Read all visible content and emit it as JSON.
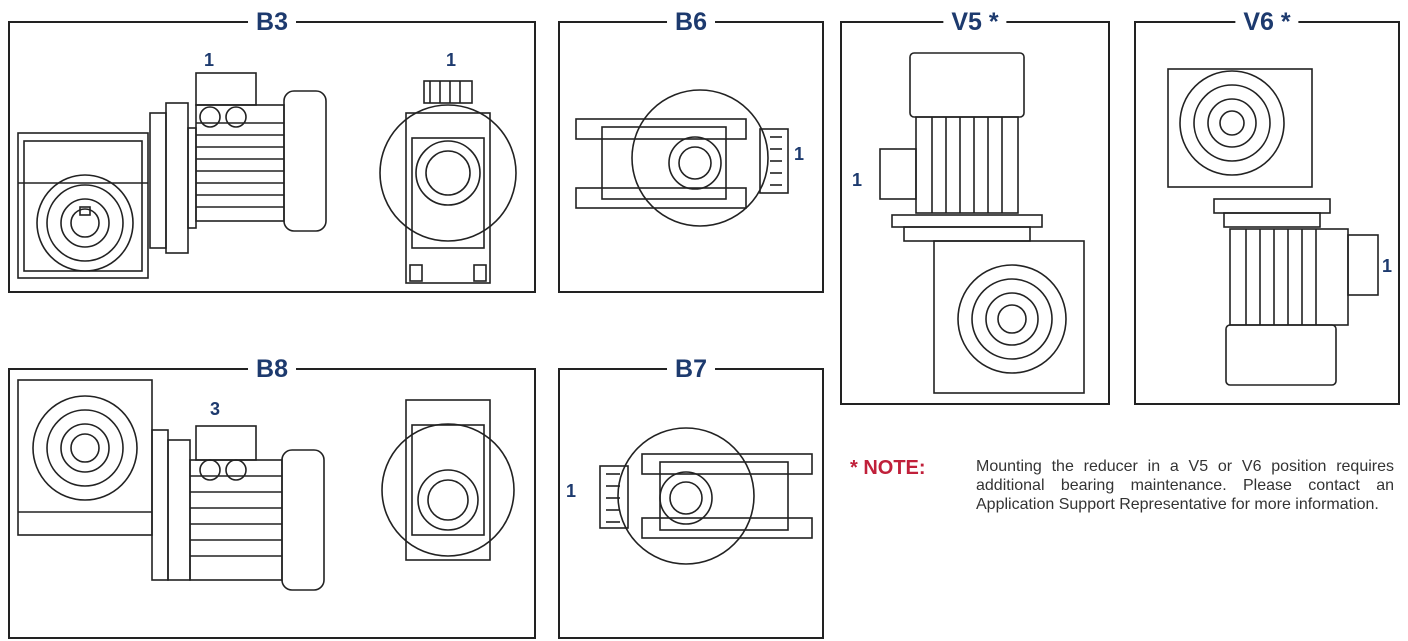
{
  "panels": {
    "b3": {
      "title": "B3",
      "labels": [
        "1",
        "1"
      ]
    },
    "b6": {
      "title": "B6",
      "labels": [
        "1"
      ]
    },
    "v5": {
      "title": "V5 *",
      "labels": [
        "1"
      ]
    },
    "v6": {
      "title": "V6 *",
      "labels": [
        "1"
      ]
    },
    "b8": {
      "title": "B8",
      "labels": [
        "3"
      ]
    },
    "b7": {
      "title": "B7",
      "labels": [
        "1"
      ]
    }
  },
  "note": {
    "label": "* NOTE:",
    "text": "Mounting the reducer in a V5 or V6 position requires additional bearing maintenance. Please contact an Application Support Representative for more information."
  },
  "colors": {
    "title": "#1d3a6e",
    "note_label": "#c0203a",
    "line": "#222222"
  },
  "icons": [
    "gear-reducer-icon",
    "motor-icon",
    "flange-icon"
  ]
}
